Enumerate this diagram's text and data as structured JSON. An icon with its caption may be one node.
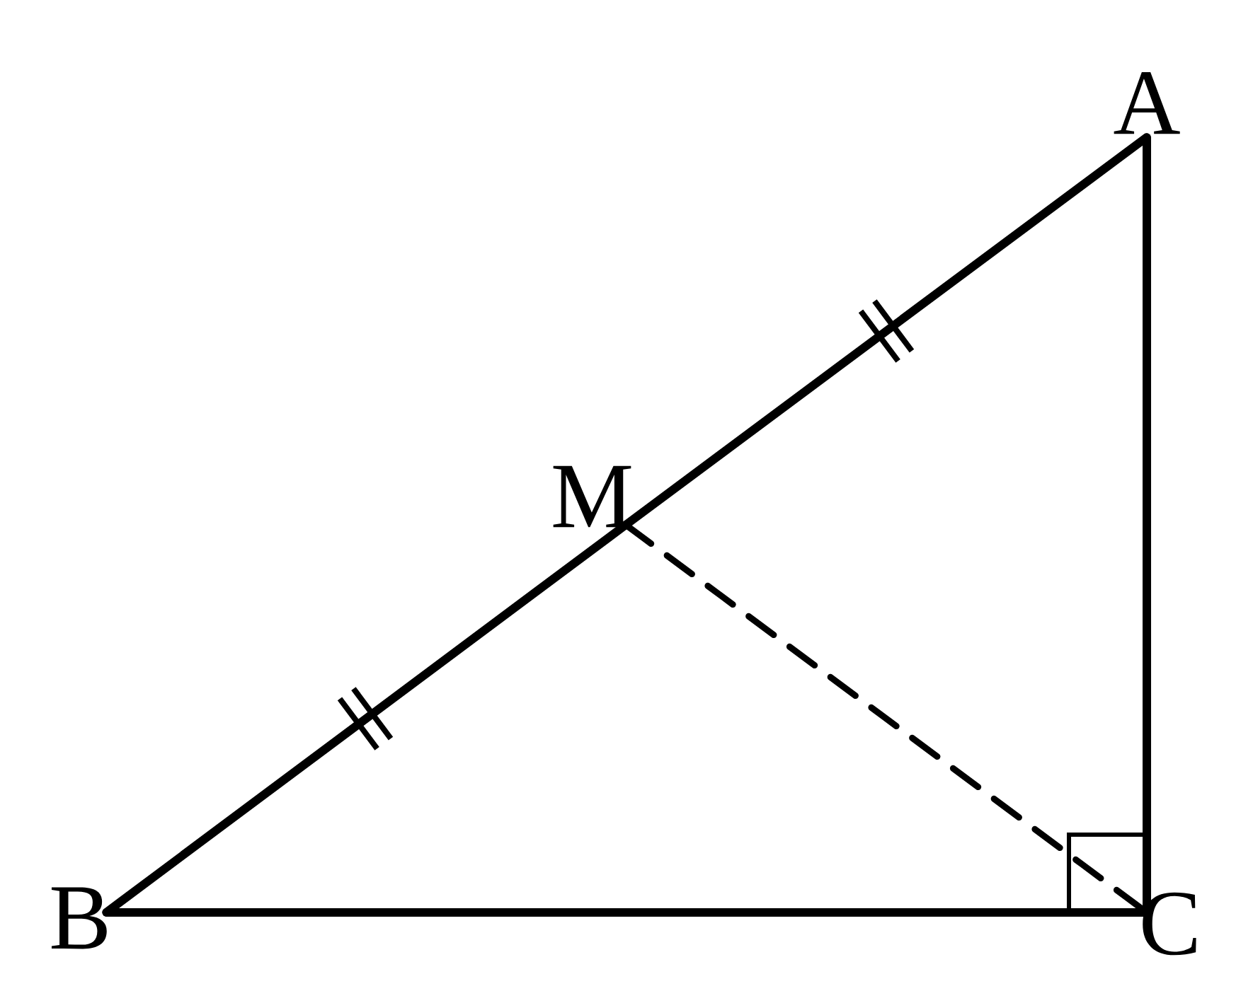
{
  "diagram": {
    "nodes": [
      {
        "text": [
          "A"
        ]
      },
      {
        "text": [
          "M"
        ]
      },
      {
        "text": [
          "B"
        ]
      },
      {
        "text": [
          "C"
        ]
      }
    ],
    "edges": [
      {
        "from": 1,
        "to": 0,
        "arrow": "none"
      },
      {
        "from": 2,
        "to": 1,
        "arrow": "none"
      },
      {
        "from": 0,
        "to": 3,
        "arrow": "none"
      },
      {
        "from": 2,
        "to": 3,
        "arrow": "none"
      },
      {
        "from": 1,
        "to": 3,
        "arrow": "none",
        "style": "dashed"
      }
    ]
  }
}
